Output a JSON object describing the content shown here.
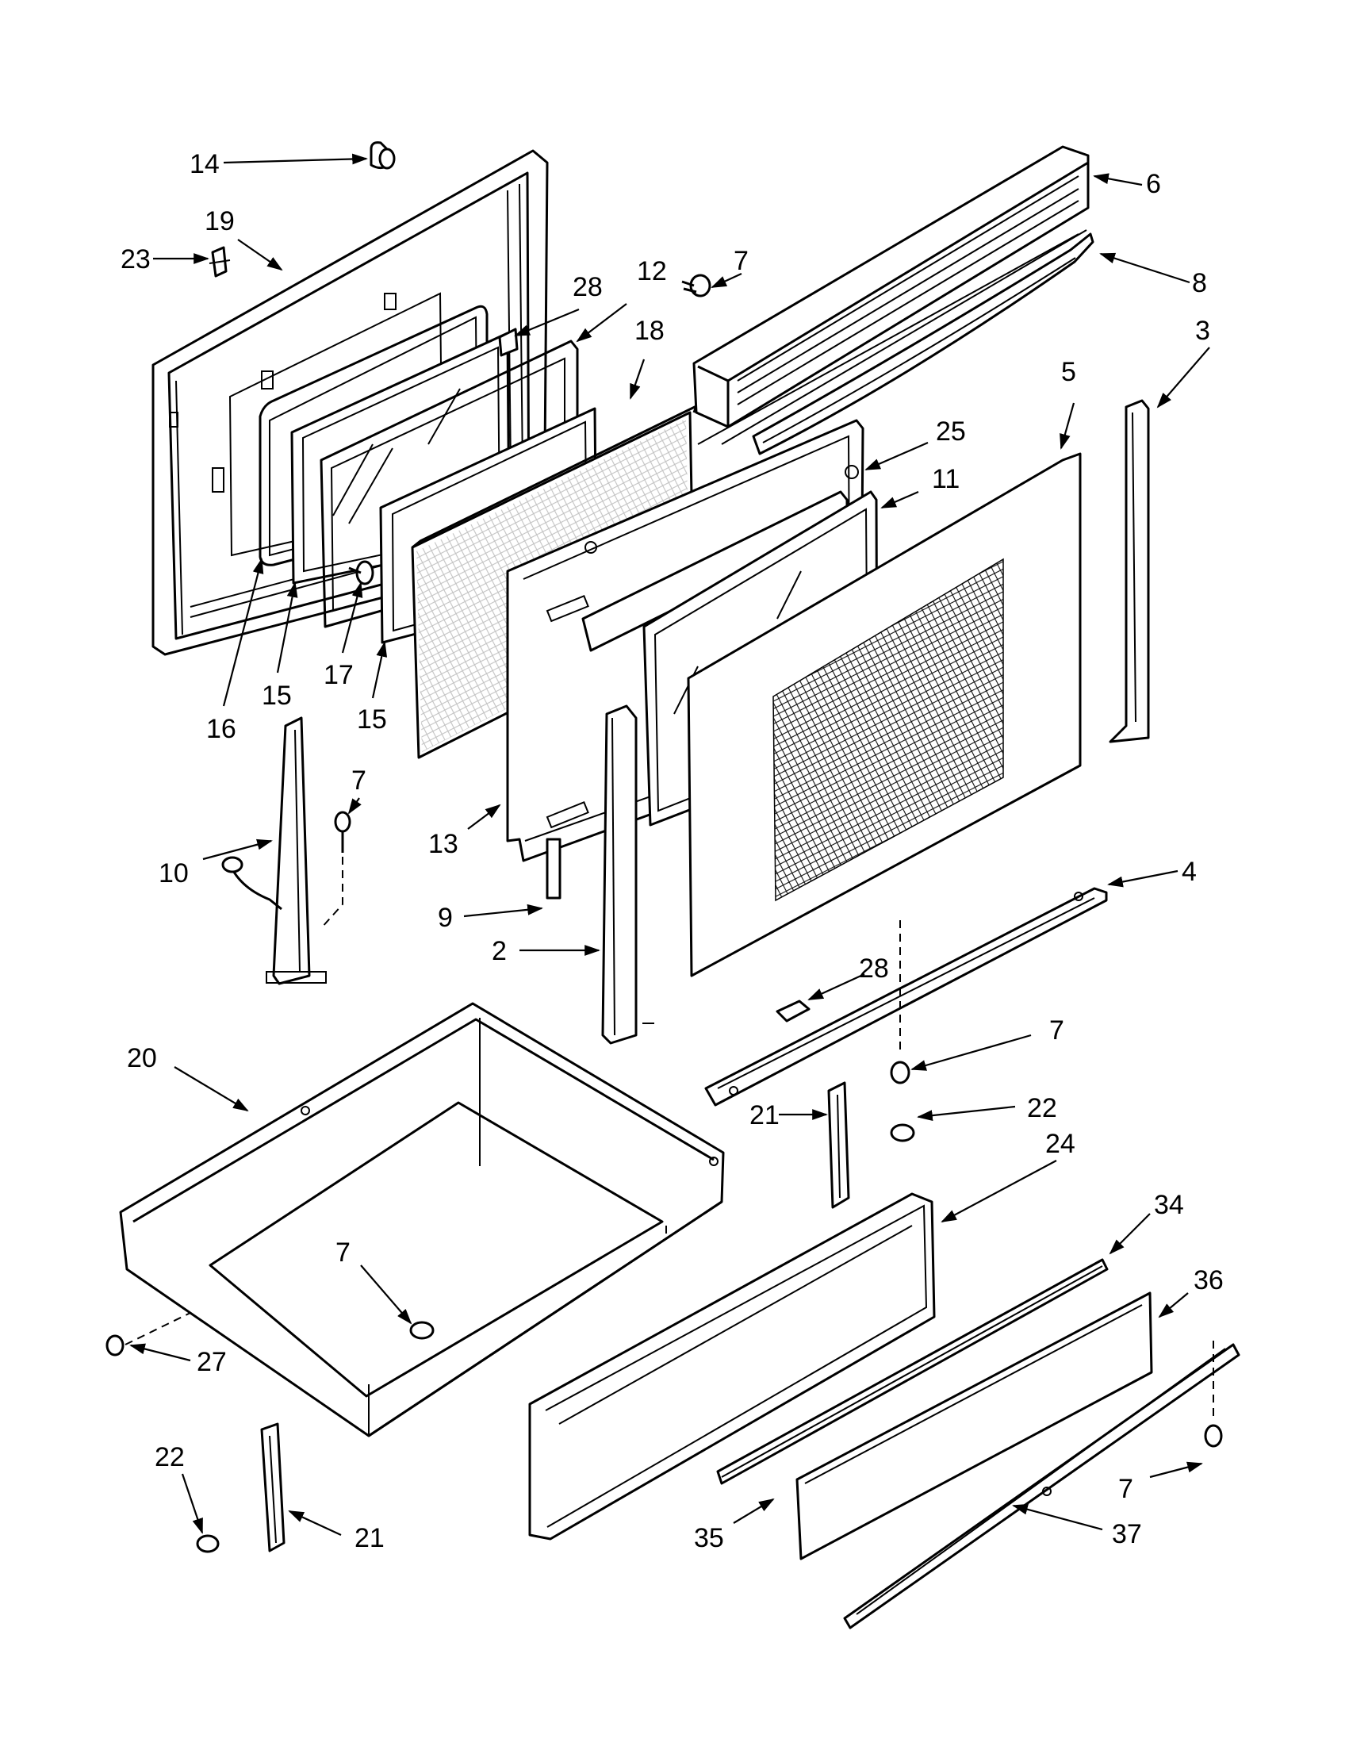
{
  "diagram": {
    "callouts": [
      "14",
      "19",
      "23",
      "28",
      "12",
      "7",
      "6",
      "8",
      "18",
      "3",
      "5",
      "25",
      "11",
      "16",
      "15",
      "17",
      "15",
      "10",
      "7",
      "13",
      "9",
      "2",
      "4",
      "28",
      "7",
      "20",
      "21",
      "22",
      "24",
      "34",
      "7",
      "36",
      "27",
      "22",
      "21",
      "35",
      "7",
      "37"
    ]
  }
}
